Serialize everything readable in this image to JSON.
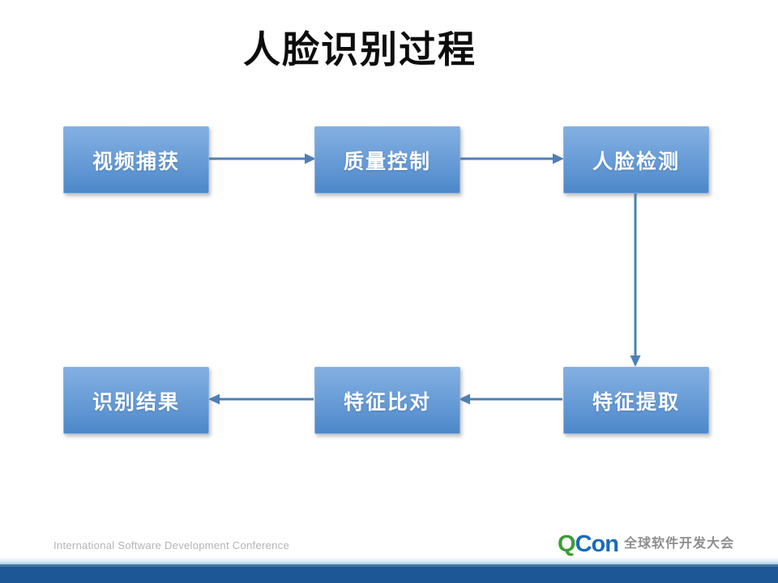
{
  "slide": {
    "title": "人脸识别过程"
  },
  "diagram": {
    "type": "flowchart",
    "nodes": [
      {
        "id": "video-capture",
        "label": "视频捕获"
      },
      {
        "id": "quality-control",
        "label": "质量控制"
      },
      {
        "id": "face-detection",
        "label": "人脸检测"
      },
      {
        "id": "feature-extraction",
        "label": "特征提取"
      },
      {
        "id": "feature-comparison",
        "label": "特征比对"
      },
      {
        "id": "recognition-result",
        "label": "识别结果"
      }
    ],
    "edges": [
      {
        "from": "video-capture",
        "to": "quality-control"
      },
      {
        "from": "quality-control",
        "to": "face-detection"
      },
      {
        "from": "face-detection",
        "to": "feature-extraction"
      },
      {
        "from": "feature-extraction",
        "to": "feature-comparison"
      },
      {
        "from": "feature-comparison",
        "to": "recognition-result"
      }
    ]
  },
  "footer": {
    "conference_text": "International Software Development Conference",
    "logo_q": "Q",
    "logo_con": "Con",
    "logo_suffix": "全球软件开发大会"
  },
  "colors": {
    "node_fill_top": "#84afe2",
    "node_fill_bottom": "#4d87c9",
    "node_text": "#ffffff",
    "connector": "#4f7fb5",
    "title_text": "#0d0d0d",
    "footer_text": "#b3b3b3",
    "logo_q_green": "#3d9c35",
    "logo_con_blue": "#1b6cb5",
    "logo_suffix_gray": "#8e8e8e",
    "bottom_bar_dark": "#1d5795",
    "bottom_bar_mid": "#44739e"
  }
}
